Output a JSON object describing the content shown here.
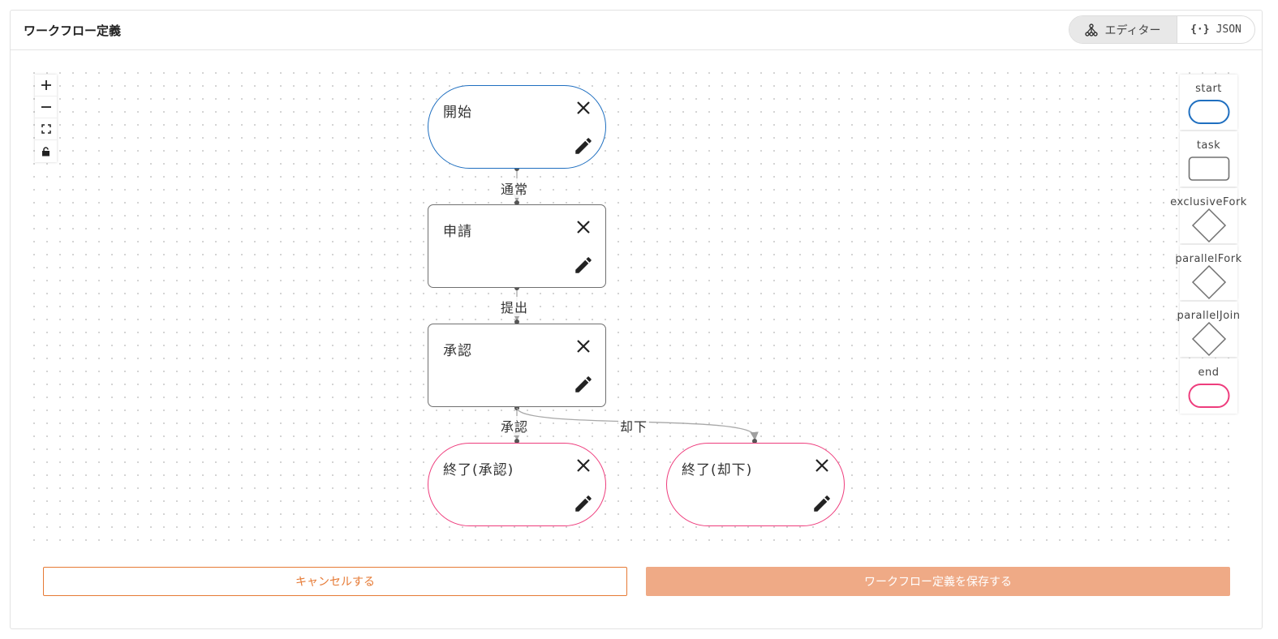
{
  "header": {
    "title": "ワークフロー定義",
    "tabs": [
      {
        "label": "エディター",
        "icon": "graph-icon",
        "active": true
      },
      {
        "label": "JSON",
        "icon": "braces-icon",
        "active": false
      }
    ]
  },
  "controls": [
    {
      "icon": "plus-icon",
      "glyph": "+"
    },
    {
      "icon": "minus-icon",
      "glyph": "−"
    },
    {
      "icon": "fit-view-icon"
    },
    {
      "icon": "lock-icon"
    }
  ],
  "nodes": [
    {
      "id": "start",
      "type": "start",
      "label": "開始"
    },
    {
      "id": "apply",
      "type": "task",
      "label": "申請"
    },
    {
      "id": "approve",
      "type": "task",
      "label": "承認"
    },
    {
      "id": "end-approved",
      "type": "end",
      "label": "終了(承認)"
    },
    {
      "id": "end-rejected",
      "type": "end",
      "label": "終了(却下)"
    }
  ],
  "edges": [
    {
      "from": "start",
      "to": "apply",
      "label": "通常"
    },
    {
      "from": "apply",
      "to": "approve",
      "label": "提出"
    },
    {
      "from": "approve",
      "to": "end-approved",
      "label": "承認"
    },
    {
      "from": "approve",
      "to": "end-rejected",
      "label": "却下"
    }
  ],
  "palette": [
    {
      "label": "start",
      "shape": "pill",
      "color": "#1f6fc0"
    },
    {
      "label": "task",
      "shape": "rect",
      "color": "#707070"
    },
    {
      "label": "exclusiveFork",
      "shape": "diamond",
      "color": "#707070"
    },
    {
      "label": "parallelFork",
      "shape": "diamond",
      "color": "#707070"
    },
    {
      "label": "parallelJoin",
      "shape": "diamond",
      "color": "#707070"
    },
    {
      "label": "end",
      "shape": "pill",
      "color": "#ee3d7d"
    }
  ],
  "actions": {
    "cancel_label": "キャンセルする",
    "save_label": "ワークフロー定義を保存する"
  },
  "colors": {
    "accent": "#e67a35",
    "save_bg": "#efaa86",
    "start": "#1f6fc0",
    "end": "#ee3d7d",
    "task": "#707070"
  }
}
